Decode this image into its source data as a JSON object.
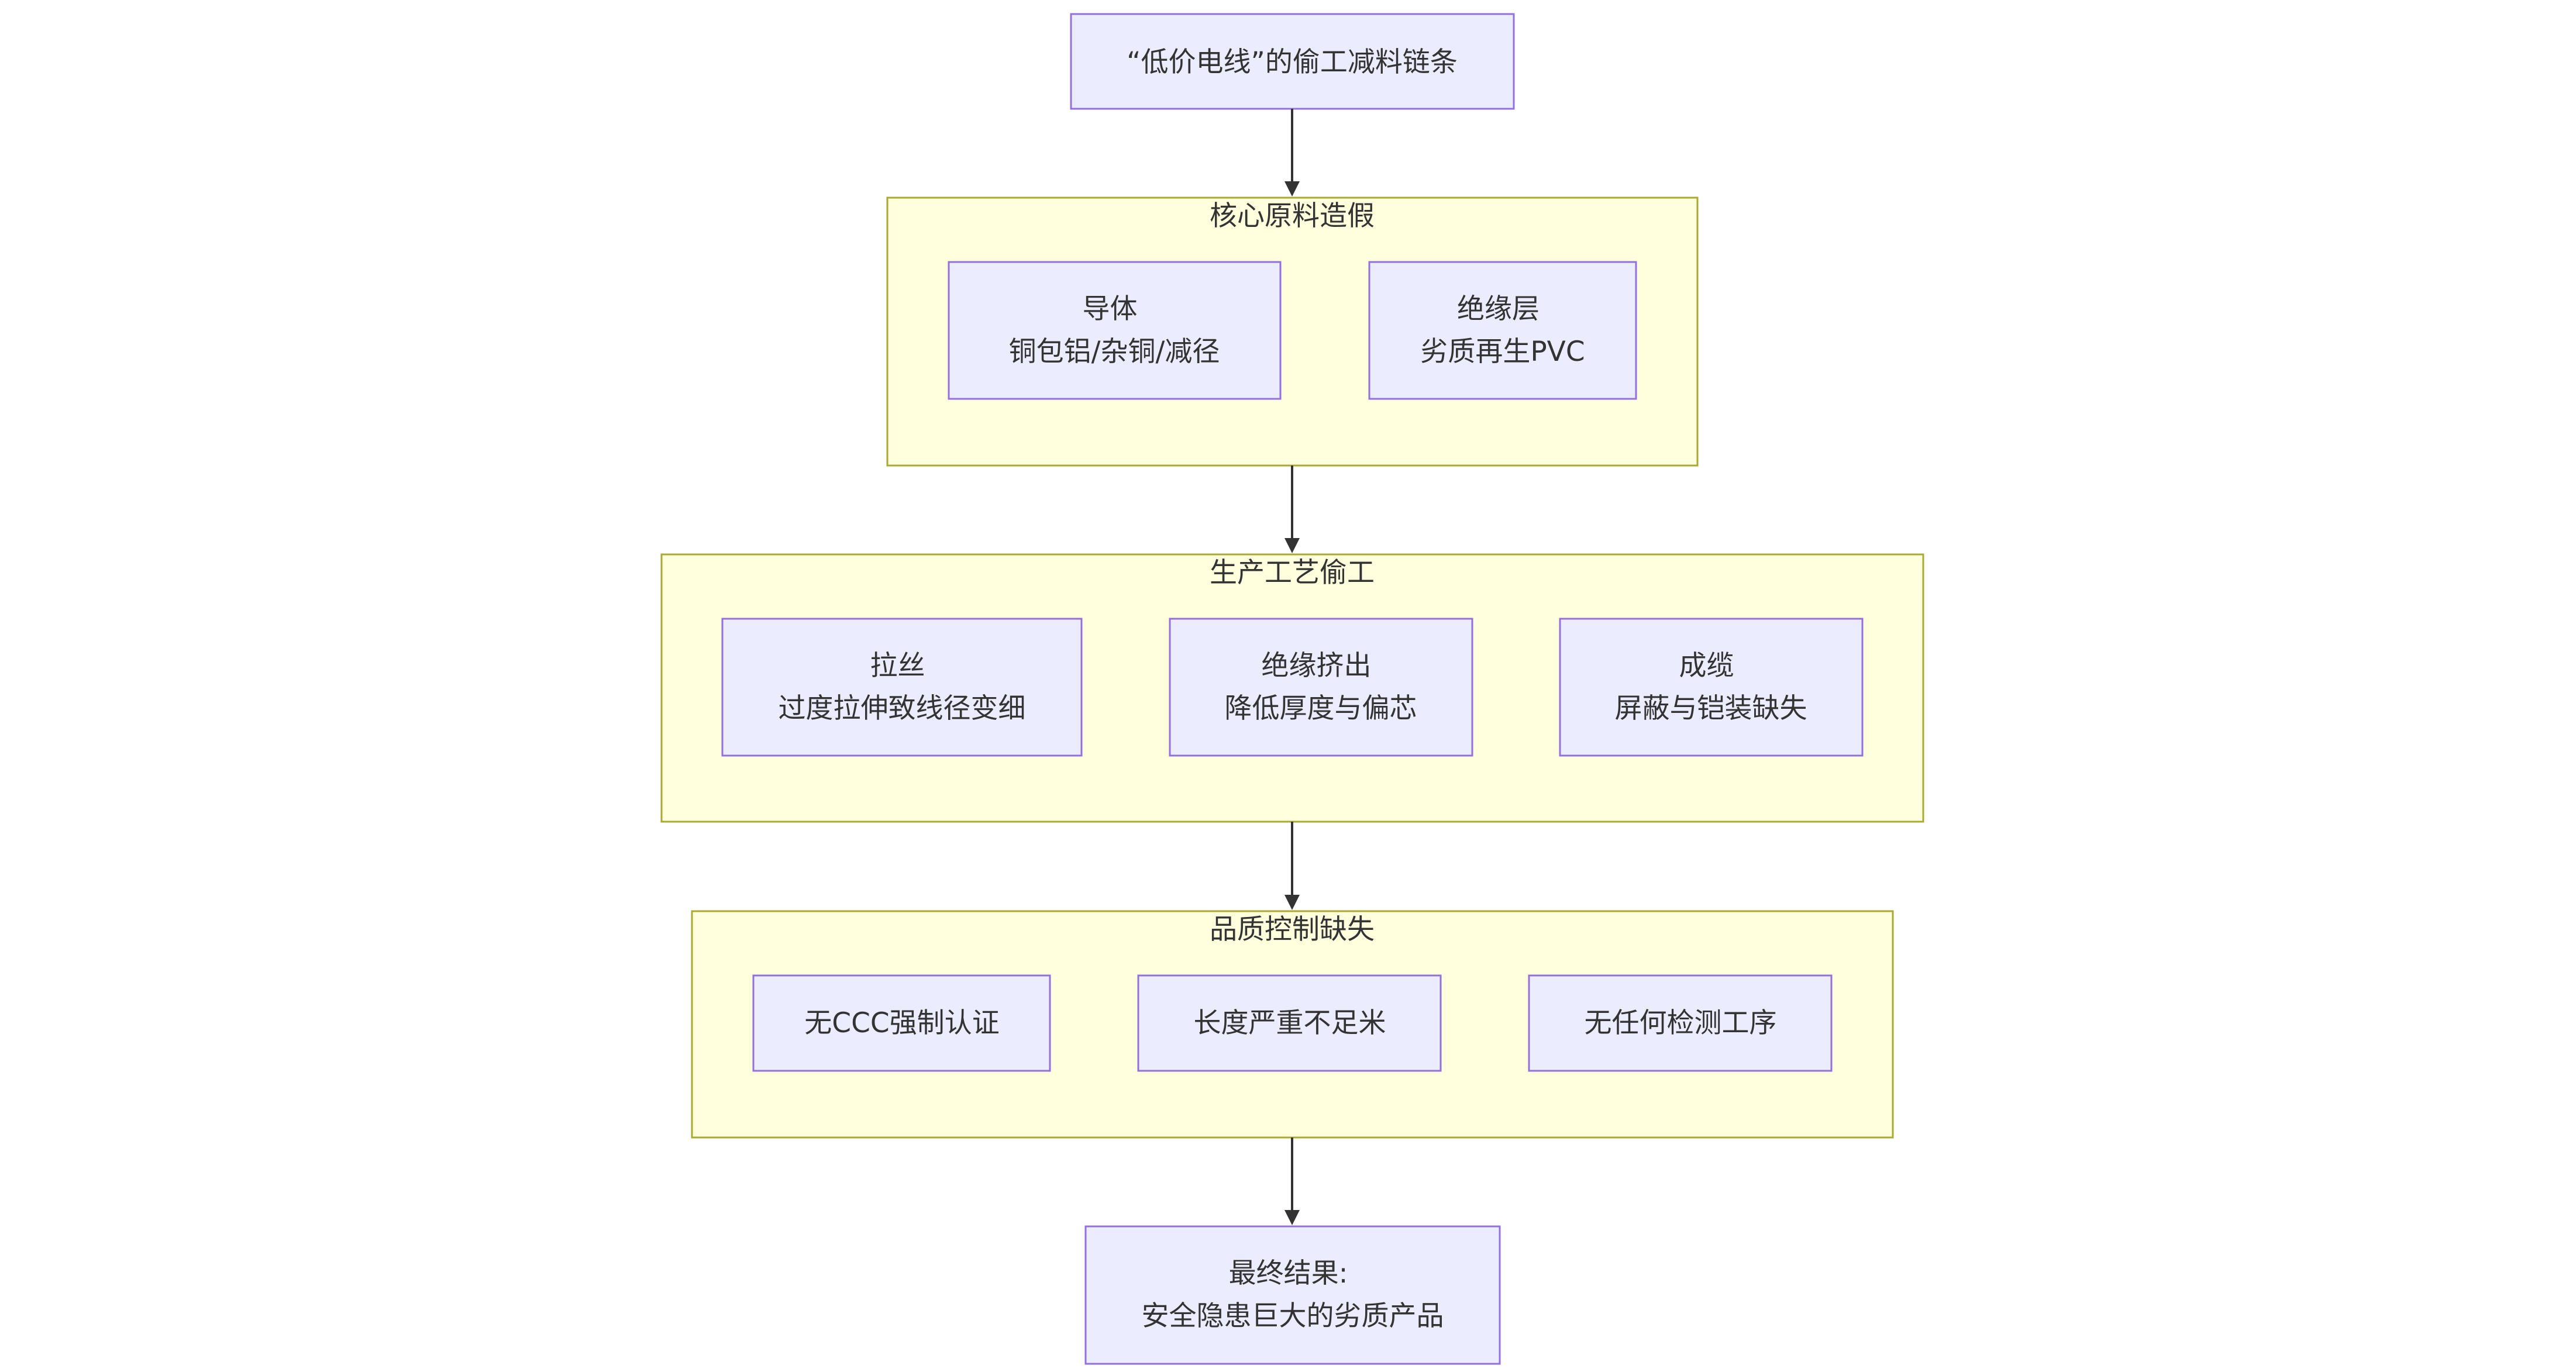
{
  "colors": {
    "node_fill": "#ECECFF",
    "node_stroke": "#9370DB",
    "cluster_fill": "#ffffde",
    "cluster_stroke": "#aaaa33",
    "edge": "#333333",
    "text": "#333333"
  },
  "top_node": {
    "label": "“低价电线”的偷工减料链条"
  },
  "clusters": [
    {
      "title": "核心原料造假",
      "nodes": [
        {
          "line1": "导体",
          "line2": "铜包铝/杂铜/减径"
        },
        {
          "line1": "绝缘层",
          "line2": "劣质再生PVC"
        }
      ]
    },
    {
      "title": "生产工艺偷工",
      "nodes": [
        {
          "line1": "拉丝",
          "line2": "过度拉伸致线径变细"
        },
        {
          "line1": "绝缘挤出",
          "line2": "降低厚度与偏芯"
        },
        {
          "line1": "成缆",
          "line2": "屏蔽与铠装缺失"
        }
      ]
    },
    {
      "title": "品质控制缺失",
      "nodes": [
        {
          "line1": "无CCC强制认证"
        },
        {
          "line1": "长度严重不足米"
        },
        {
          "line1": "无任何检测工序"
        }
      ]
    }
  ],
  "bottom_node": {
    "line1": "最终结果:",
    "line2": "安全隐患巨大的劣质产品"
  }
}
